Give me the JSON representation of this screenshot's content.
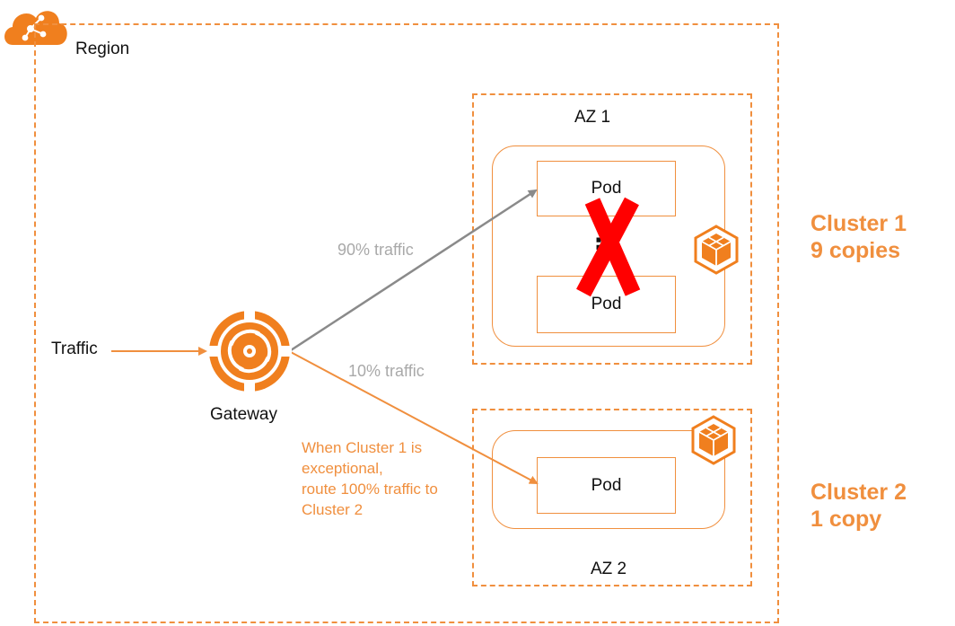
{
  "region": {
    "label": "Region"
  },
  "az1": {
    "label": "AZ 1"
  },
  "az2": {
    "label": "AZ 2"
  },
  "cluster1": {
    "title_line1": "Cluster 1",
    "title_line2": "9 copies",
    "pod_top_label": "Pod",
    "pod_bottom_label": "Pod",
    "ellipsis": "⋮",
    "status": "failed (red X)"
  },
  "cluster2": {
    "title_line1": "Cluster 2",
    "title_line2": "1 copy",
    "pod_label": "Pod"
  },
  "gateway": {
    "label": "Gateway"
  },
  "traffic": {
    "label": "Traffic"
  },
  "routes": {
    "to_cluster1": "90% traffic",
    "to_cluster2": "10% traffic"
  },
  "note": {
    "lines": [
      "When Cluster 1 is",
      "exceptional,",
      "route 100% traffic to",
      "Cluster 2"
    ]
  },
  "colors": {
    "accent": "#f08f3e",
    "gateway": "#f07f1e",
    "arrow_gray": "#8a8a8a",
    "fail_red": "#ff0000"
  },
  "icons": [
    "cloud-icon",
    "gateway-icon",
    "cluster-cube-icon"
  ]
}
